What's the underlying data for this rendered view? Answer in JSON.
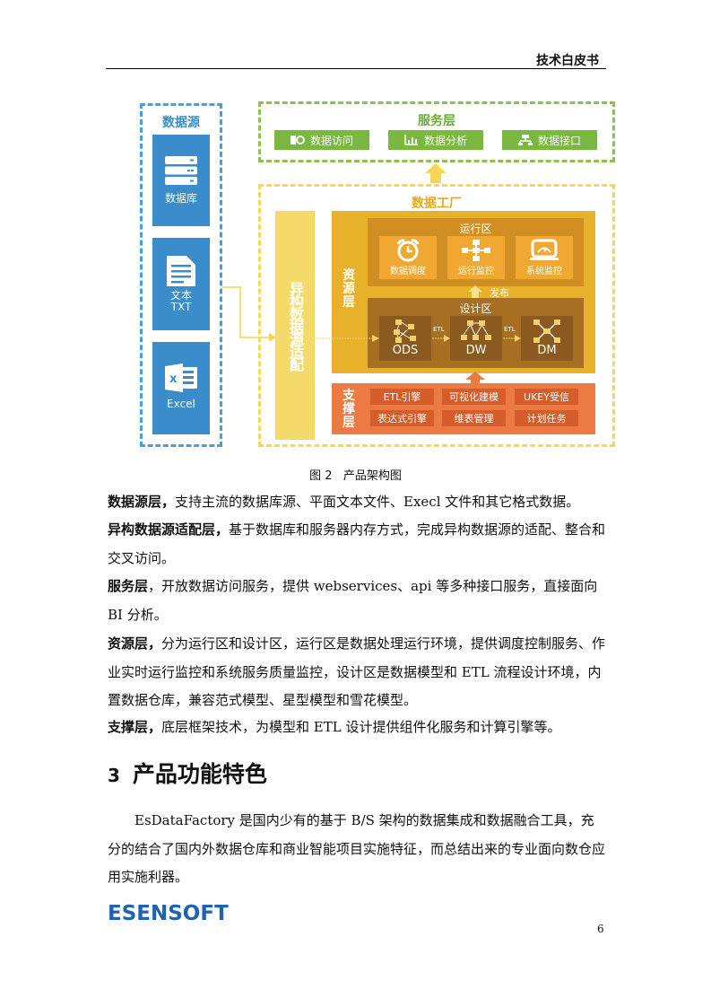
{
  "header": {
    "title": "技术白皮书"
  },
  "diagram": {
    "data_source": {
      "title": "数据源",
      "items": [
        {
          "icon": "database-icon",
          "label": "数据库"
        },
        {
          "icon": "text-file-icon",
          "label": "文本",
          "label2": "TXT"
        },
        {
          "icon": "excel-icon",
          "label": "Excel"
        }
      ]
    },
    "adapter": {
      "label": "异构数据源适配"
    },
    "service_layer": {
      "title": "服务层",
      "items": [
        {
          "icon": "data-access-icon",
          "label": "数据访问"
        },
        {
          "icon": "bar-chart-icon",
          "label": "数据分析"
        },
        {
          "icon": "interface-icon",
          "label": "数据接口"
        }
      ]
    },
    "data_factory": {
      "title": "数据工厂",
      "resource_layer": {
        "label": "资源层",
        "run_zone": {
          "title": "运行区",
          "items": [
            {
              "icon": "alarm-clock-icon",
              "label": "数据调度"
            },
            {
              "icon": "network-icon",
              "label": "运行监控"
            },
            {
              "icon": "gauge-monitor-icon",
              "label": "系统监控"
            }
          ]
        },
        "publish_label": "发布",
        "design_zone": {
          "title": "设计区",
          "items": [
            {
              "icon": "ods-icon",
              "label": "ODS"
            },
            {
              "icon": "dw-icon",
              "label": "DW"
            },
            {
              "icon": "dm-icon",
              "label": "DM"
            }
          ],
          "etl_labels": [
            "ETL",
            "ETL"
          ]
        }
      },
      "support_layer": {
        "label": "支撑层",
        "items": [
          "ETL引擎",
          "可视化建模",
          "UKEY受信",
          "表达式引擎",
          "维表管理",
          "计划任务"
        ]
      }
    },
    "caption": "图 2   产品架构图"
  },
  "paragraphs": [
    {
      "bold": "数据源层，",
      "text": "支持主流的数据库源、平面文本文件、Execl 文件和其它格式数据。"
    },
    {
      "bold": "异构数据源适配层，",
      "text": "基于数据库和服务器内存方式，完成异构数据源的适配、整合和交叉访问。"
    },
    {
      "bold": "服务层",
      "text": "，开放数据访问服务，提供 webservices、api 等多种接口服务，直接面向 BI 分析。"
    },
    {
      "bold": "资源层，",
      "text": "分为运行区和设计区，运行区是数据处理运行环境，提供调度控制服务、作业实时运行监控和系统服务质量监控，设计区是数据模型和 ETL 流程设计环境，内置数据仓库，兼容范式模型、星型模型和雪花模型。"
    },
    {
      "bold": "支撑层，",
      "text": "底层框架技术，为模型和 ETL 设计提供组件化服务和计算引擎等。"
    }
  ],
  "section": {
    "number": "3",
    "title": "产品功能特色",
    "body": "EsDataFactory 是国内少有的基于 B/S 架构的数据集成和数据融合工具，充分的结合了国内外数据仓库和商业智能项目实施特征，而总结出来的专业面向数仓应用实施利器。"
  },
  "footer": {
    "logo": "ESENSOFT",
    "page_number": "6"
  },
  "colors": {
    "source_blue": "#3a8ccb",
    "service_green": "#7bb841",
    "factory_yellow": "#e8b12a",
    "support_orange": "#ec7a43",
    "logo_blue": "#1f63b3"
  }
}
